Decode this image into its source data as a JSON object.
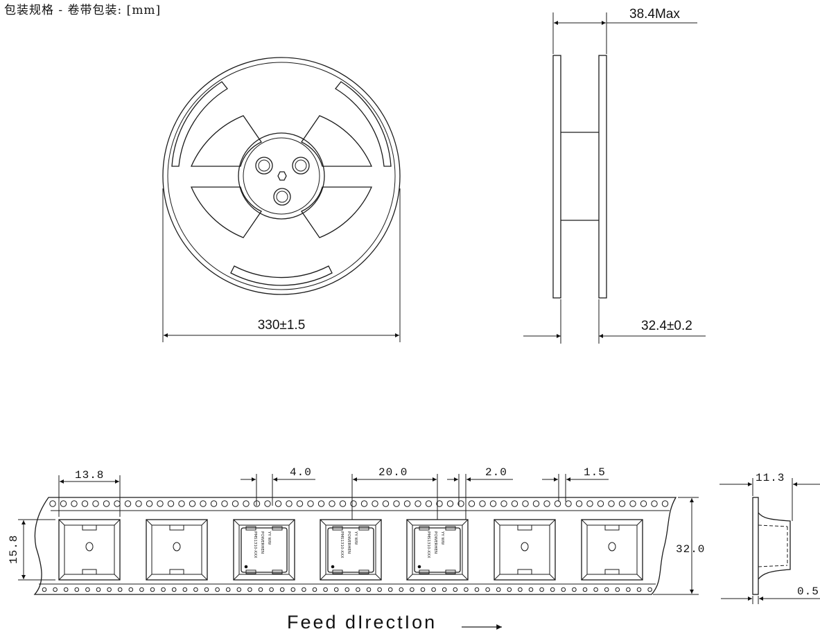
{
  "title": "包装规格 - 卷带包装: [mm]",
  "reel": {
    "diameter_label": "330±1.5",
    "width_max_label": "38.4Max",
    "inner_width_label": "32.4±0.2"
  },
  "tape": {
    "pocket_pitch_label": "13.8",
    "sprocket_pitch_label": "4.0",
    "chip_pitch_label": "20.0",
    "hole_offset_label": "2.0",
    "hole_diameter_label": "1.5",
    "pocket_height_label": "15.8",
    "tape_width_label": "32.0",
    "pocket_depth_label": "11.3",
    "tape_thickness_label": "0.5"
  },
  "chip_marking": {
    "line1": "PMS1310-XXX",
    "line2": "POWERHEN",
    "line3": "YY WW"
  },
  "feed_direction": "Feed dIrectIon"
}
